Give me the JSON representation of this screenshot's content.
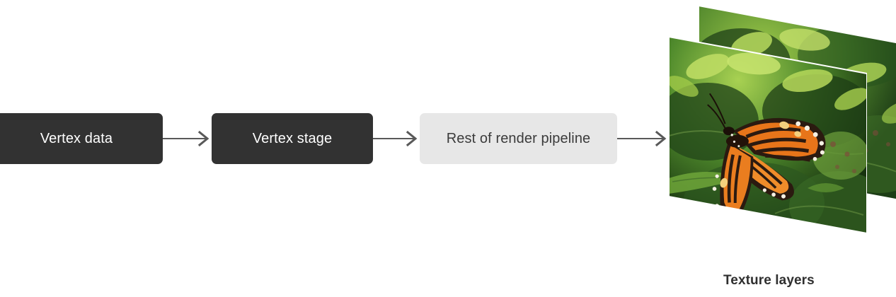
{
  "diagram": {
    "title": "Vertex stage texture layers pipeline",
    "nodes": [
      {
        "id": "vertex-data",
        "label": "Vertex data",
        "style": "dark",
        "fill": "#323232",
        "text_color": "#ffffff"
      },
      {
        "id": "vertex-stage",
        "label": "Vertex stage",
        "style": "dark",
        "fill": "#323232",
        "text_color": "#ffffff"
      },
      {
        "id": "rest-pipeline",
        "label": "Rest of render pipeline",
        "style": "light",
        "fill": "#e7e7e7",
        "text_color": "#3b3b3b"
      }
    ],
    "arrows": [
      {
        "id": "arrow-1",
        "from": "vertex-data",
        "to": "vertex-stage",
        "color": "#595959"
      },
      {
        "id": "arrow-2",
        "from": "vertex-stage",
        "to": "rest-pipeline",
        "color": "#595959"
      },
      {
        "id": "arrow-3",
        "from": "rest-pipeline",
        "to": "texture-layers",
        "color": "#595959"
      }
    ],
    "texture_layers": {
      "caption": "Texture layers",
      "caption_color": "#2f2f2f",
      "count": 2,
      "layers": [
        {
          "id": "texture-layer-back",
          "subject": "monarch butterfly on green foliage"
        },
        {
          "id": "texture-layer-front",
          "subject": "monarch butterfly on green foliage"
        }
      ]
    },
    "colors": {
      "background": "#ffffff",
      "dark_node": "#323232",
      "light_node": "#e7e7e7",
      "arrow": "#595959",
      "butterfly_orange": "#e8751a",
      "butterfly_dark": "#2b1a10",
      "foliage_green": "#3f6b2a"
    }
  }
}
